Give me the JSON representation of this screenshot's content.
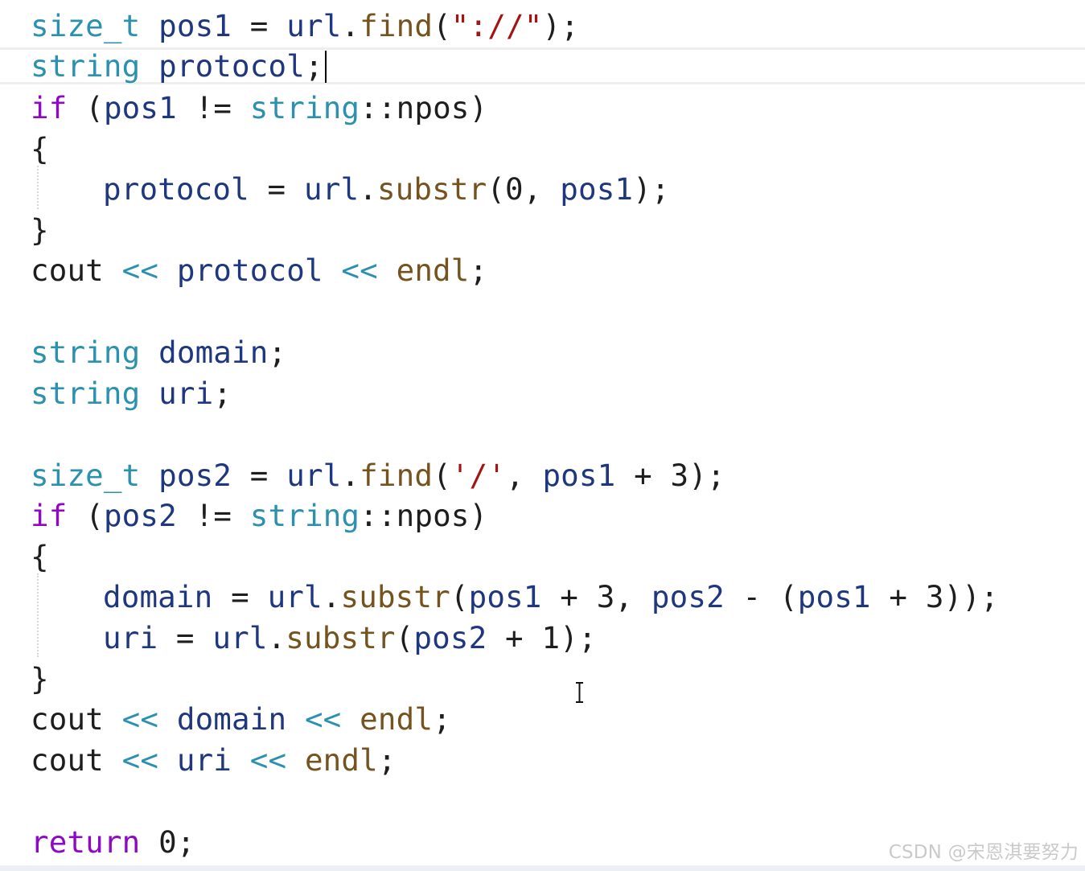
{
  "editor": {
    "line_1": {
      "t1": "size_t",
      "t2": " ",
      "t3": "pos1",
      "t4": " = ",
      "t5": "url",
      "t6": ".",
      "t7": "find",
      "t8": "(",
      "t9": "\"://\"",
      "t10": ");"
    },
    "line_2": {
      "t1": "string",
      "t2": " ",
      "t3": "protocol",
      "t4": ";"
    },
    "line_3": {
      "t1": "if",
      "t2": " (",
      "t3": "pos1",
      "t4": " != ",
      "t5": "string",
      "t6": "::npos)"
    },
    "line_4": {
      "t1": "{"
    },
    "line_5": {
      "t1": "protocol",
      "t2": " = ",
      "t3": "url",
      "t4": ".",
      "t5": "substr",
      "t6": "(0, ",
      "t7": "pos1",
      "t8": ");"
    },
    "line_6": {
      "t1": "}"
    },
    "line_7": {
      "t1": "cout",
      "t2": " << ",
      "t3": "protocol",
      "t4": " << ",
      "t5": "endl",
      "t6": ";"
    },
    "line_9": {
      "t1": "string",
      "t2": " ",
      "t3": "domain",
      "t4": ";"
    },
    "line_10": {
      "t1": "string",
      "t2": " ",
      "t3": "uri",
      "t4": ";"
    },
    "line_12": {
      "t1": "size_t",
      "t2": " ",
      "t3": "pos2",
      "t4": " = ",
      "t5": "url",
      "t6": ".",
      "t7": "find",
      "t8": "(",
      "t9": "'/'",
      "t10": ", ",
      "t11": "pos1",
      "t12": " + 3);"
    },
    "line_13": {
      "t1": "if",
      "t2": " (",
      "t3": "pos2",
      "t4": " != ",
      "t5": "string",
      "t6": "::npos)"
    },
    "line_14": {
      "t1": "{"
    },
    "line_15": {
      "t1": "domain",
      "t2": " = ",
      "t3": "url",
      "t4": ".",
      "t5": "substr",
      "t6": "(",
      "t7": "pos1",
      "t8": " + 3, ",
      "t9": "pos2",
      "t10": " - (",
      "t11": "pos1",
      "t12": " + 3));"
    },
    "line_16": {
      "t1": "uri",
      "t2": " = ",
      "t3": "url",
      "t4": ".",
      "t5": "substr",
      "t6": "(",
      "t7": "pos2",
      "t8": " + 1);"
    },
    "line_17": {
      "t1": "}"
    },
    "line_18": {
      "t1": "cout",
      "t2": " << ",
      "t3": "domain",
      "t4": " << ",
      "t5": "endl",
      "t6": ";"
    },
    "line_19": {
      "t1": "cout",
      "t2": " << ",
      "t3": "uri",
      "t4": " << ",
      "t5": "endl",
      "t6": ";"
    },
    "line_21": {
      "t1": "return",
      "t2": " 0;"
    }
  },
  "watermark": {
    "text": "CSDN @宋恩淇要努力"
  },
  "colors": {
    "type": "#2b91af",
    "keyword": "#8f08c4",
    "variable": "#1f377f",
    "function": "#74531f",
    "string": "#a31515",
    "plain": "#1e1e1e"
  }
}
